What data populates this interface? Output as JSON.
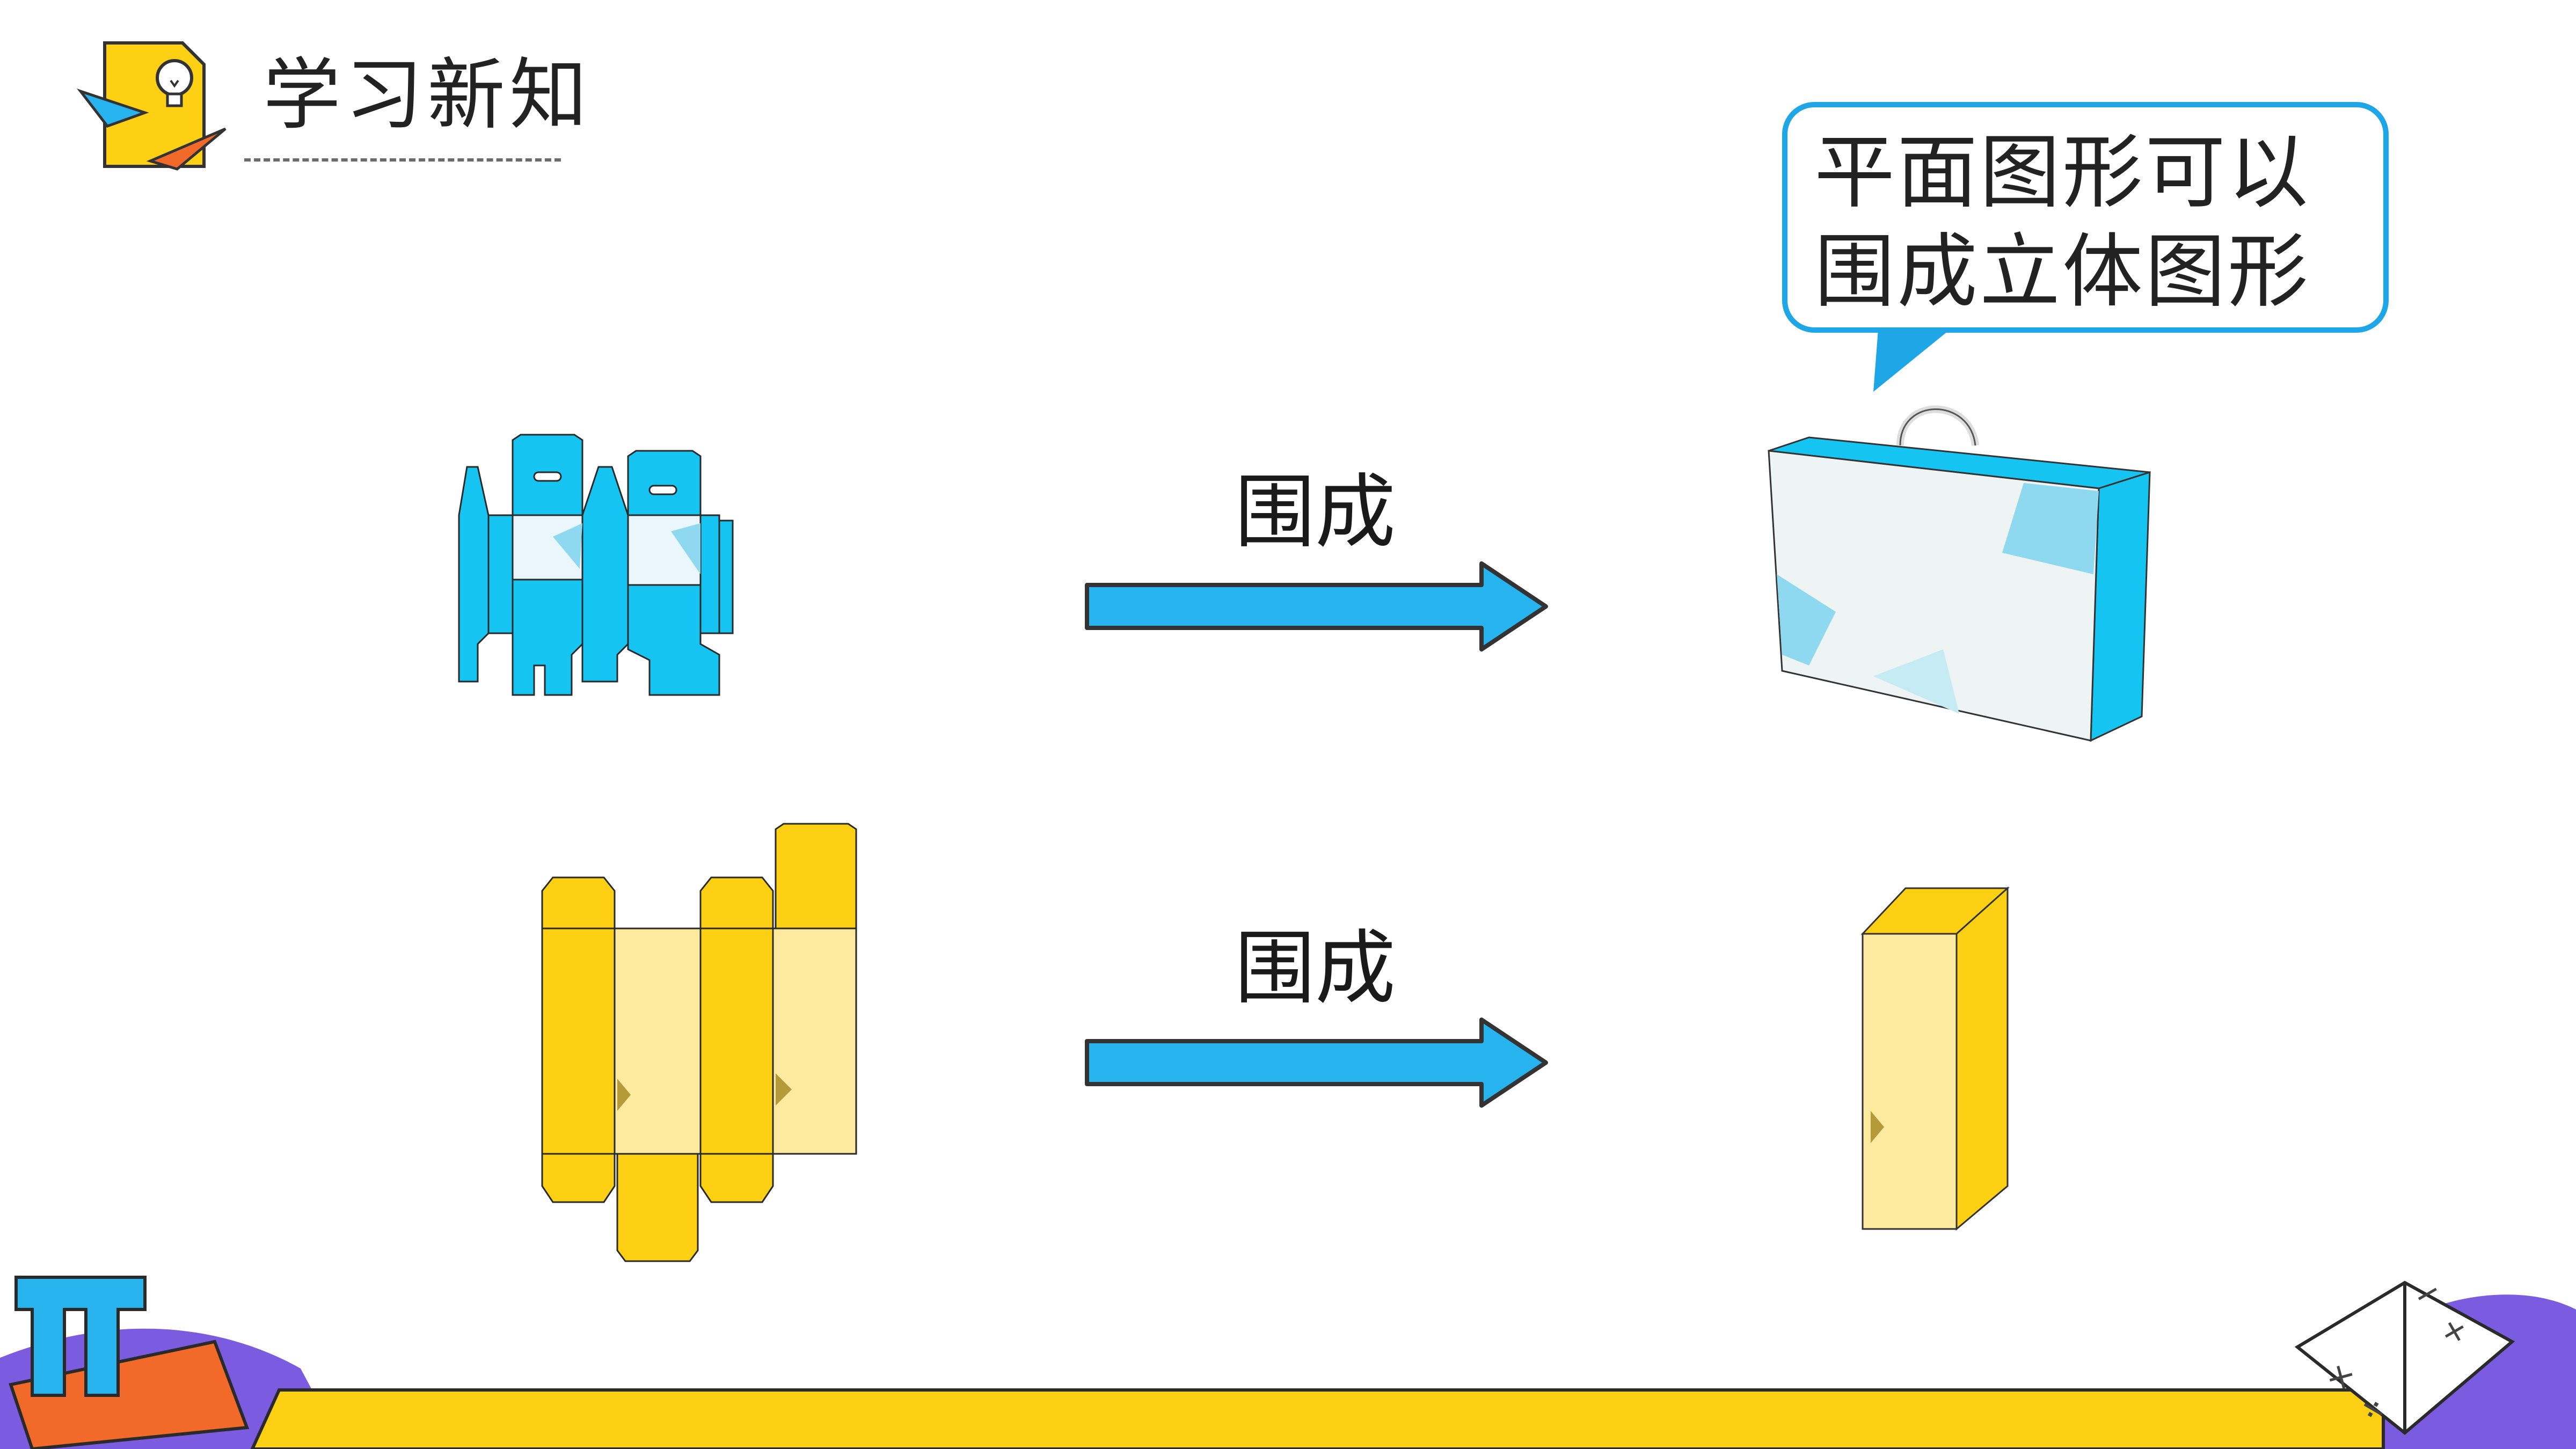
{
  "header": {
    "title": "学习新知"
  },
  "bubble": {
    "line1": "平面图形可以",
    "line2": "围成立体图形"
  },
  "rows": [
    {
      "arrow_label": "围成"
    },
    {
      "arrow_label": "围成"
    }
  ],
  "colors": {
    "blue": "#16c4f2",
    "cyan_arrow": "#26b3ee",
    "yellow": "#fdd013",
    "pale_yellow": "#fdea9e",
    "purple": "#7b5ce0",
    "orange": "#f26a2a"
  },
  "icons": [
    "lightbulb-icon",
    "paper-plane-icon",
    "pi-symbol-icon",
    "open-book-icon"
  ]
}
